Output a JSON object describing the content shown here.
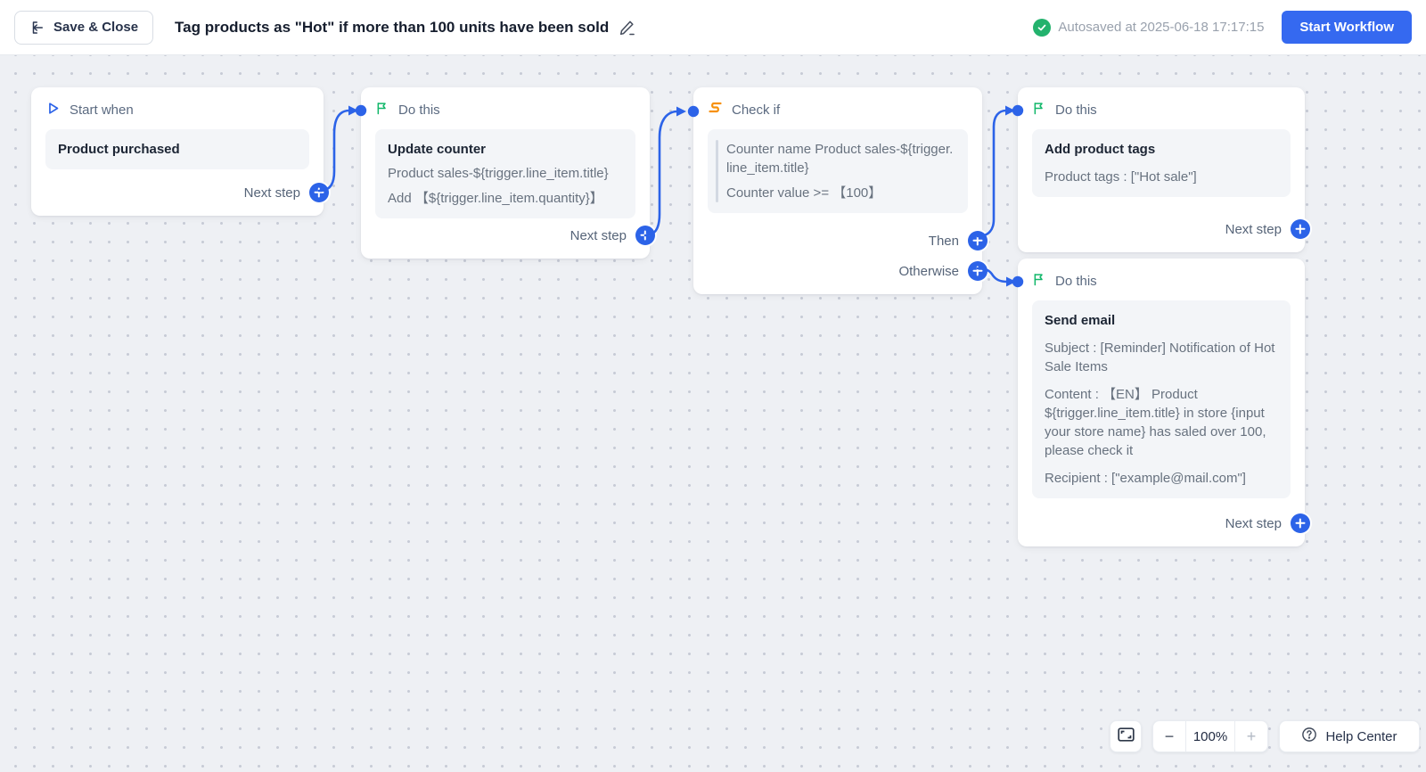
{
  "topbar": {
    "save_close_label": "Save & Close",
    "title": "Tag products as \"Hot\" if more than 100 units have been sold",
    "autosave_status": "Autosaved at 2025-06-18 17:17:15",
    "start_workflow_label": "Start Workflow"
  },
  "labels": {
    "next_step": "Next step",
    "then": "Then",
    "otherwise": "Otherwise"
  },
  "nodes": [
    {
      "header": "Start when",
      "body_title": "Product purchased",
      "icon": "play-icon"
    },
    {
      "header": "Do this",
      "body_title": "Update counter",
      "icon": "flag-icon",
      "lines": [
        "Product sales-${trigger.line_item.title}",
        "Add 【${trigger.line_item.quantity}】"
      ]
    },
    {
      "header": "Check if",
      "icon": "branch-icon",
      "lines": [
        "Counter name Product sales-${trigger.line_item.title}",
        "Counter value >= 【100】"
      ]
    },
    {
      "header": "Do this",
      "body_title": "Add product tags",
      "icon": "flag-icon",
      "lines": [
        "Product tags : [\"Hot sale\"]"
      ]
    },
    {
      "header": "Do this",
      "body_title": "Send email",
      "icon": "flag-icon",
      "lines": [
        "Subject : [Reminder] Notification of Hot Sale Items",
        "Content : 【EN】 Product ${trigger.line_item.title} in store {input your store name} has saled over 100, please check it",
        "Recipient : [\"example@mail.com\"]"
      ]
    }
  ],
  "zoom_controls": {
    "zoom_out": "−",
    "zoom_level": "100%",
    "zoom_in": "+",
    "help_center": "Help Center"
  },
  "colors": {
    "accent_blue": "#2c63e8",
    "button_blue": "#3569f0",
    "flag_green": "#12b76a",
    "branch_orange": "#f79009",
    "autosave_green": "#23b26d",
    "canvas_bg": "#eef0f4"
  }
}
